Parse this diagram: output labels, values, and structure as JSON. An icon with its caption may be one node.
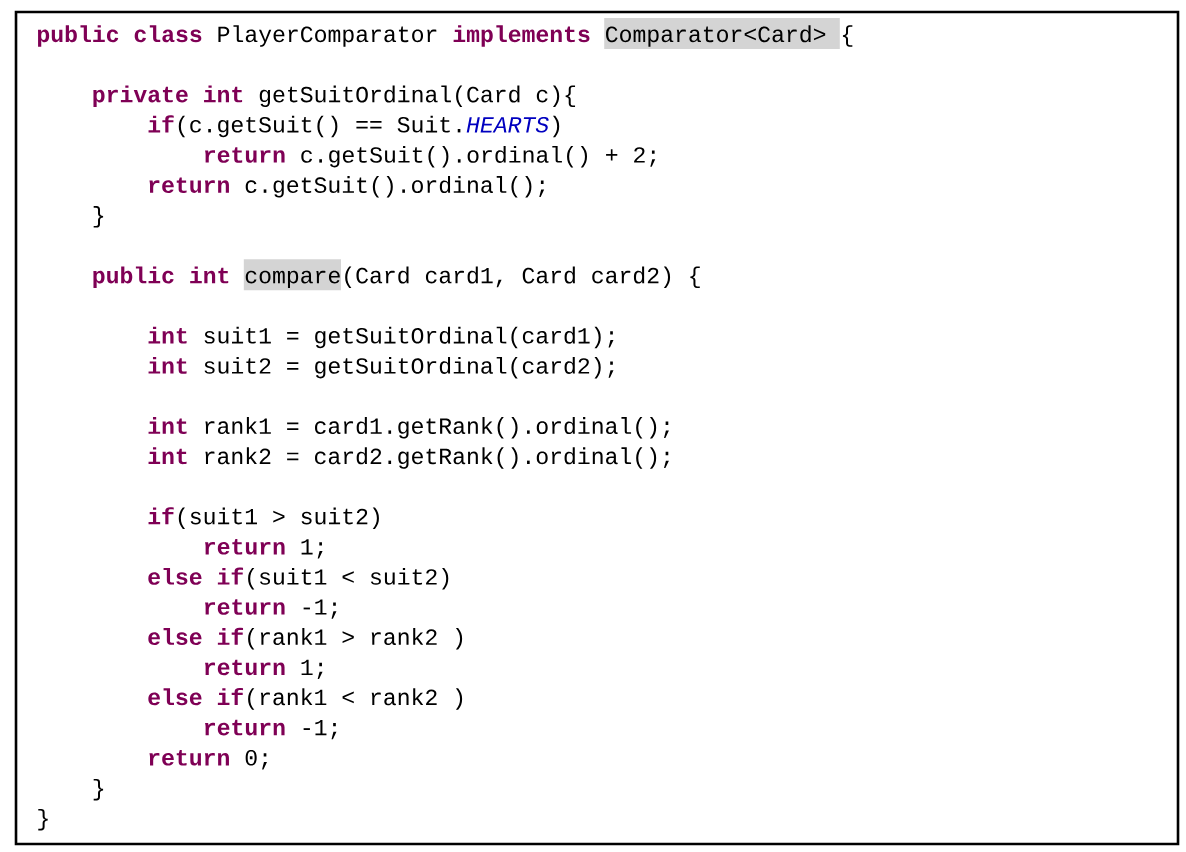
{
  "diagram": {
    "labels": [
      "**public class** PlayerComparator **implements** Comparator<Card> {",
      "**private int** getSuitOrdinal(Card c){",
      "**if**(c.getSuit() == Suit.*HEARTS*)",
      "**return** c.getSuit().ordinal() + 2;",
      "**return** c.getSuit().ordinal();",
      "}",
      "**public int** compare(Card card1, Card card2) {",
      "**int** suit1 = getSuitOrdinal(card1);",
      "**int** suit2 = getSuitOrdinal(card2);",
      "**int** rank1 = card1.getRank().ordinal();",
      "**int** rank2 = card2.getRank().ordinal();",
      "**if**(suit1 > suit2)",
      "**return** 1;",
      "**else if**(suit1 < suit2)",
      "**return** -1;",
      "**else if**(rank1 > rank2 )",
      "**return** 1;",
      "**else**  **if**(rank1 < rank2 )",
      "**return** -1;",
      "**return** 0;",
      "}",
      "}"
    ]
  }
}
